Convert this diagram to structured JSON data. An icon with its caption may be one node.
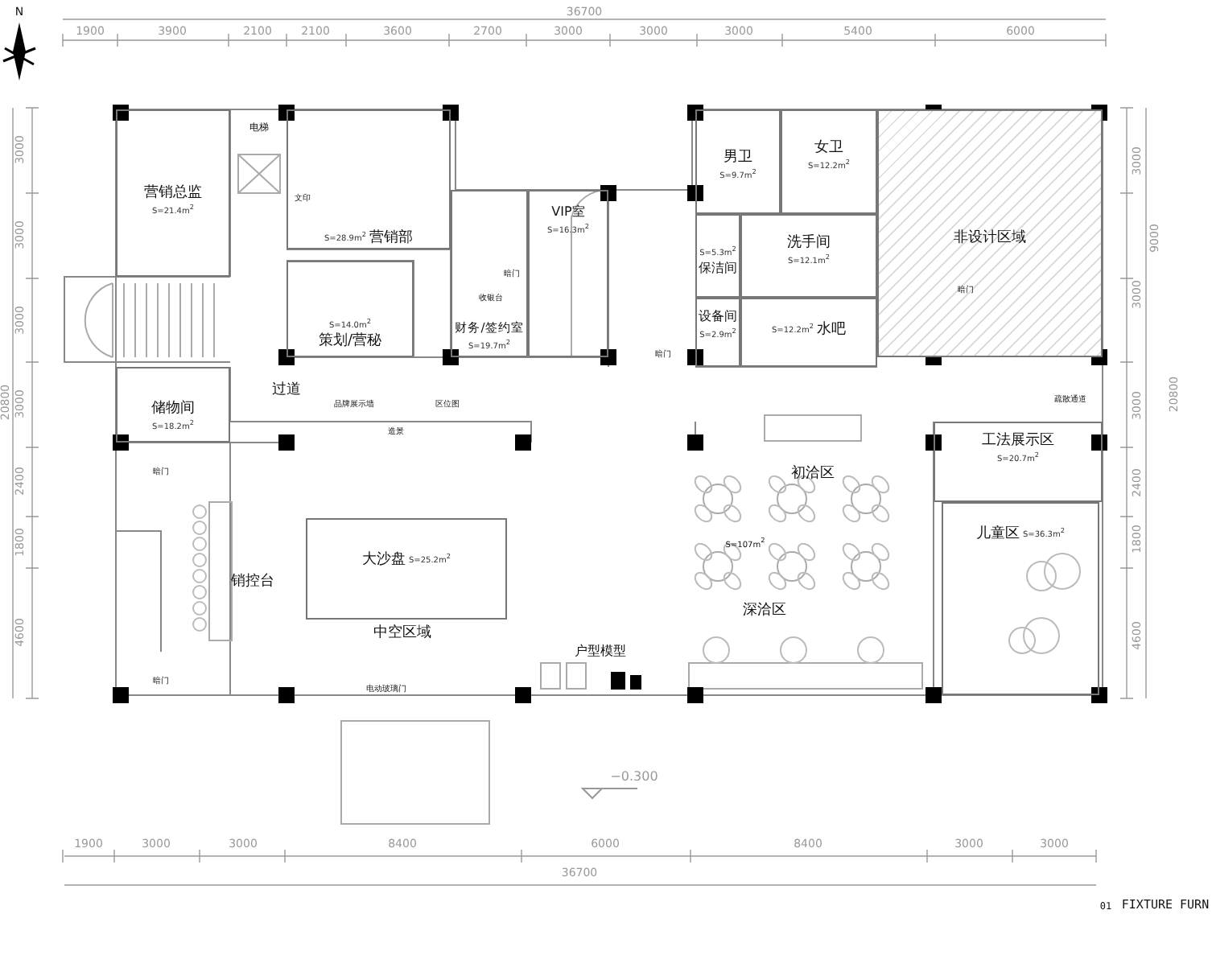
{
  "diagram": {
    "nodes": [
      {
        "text": [
          "营销总监",
          "S=21.4m$^{2}$"
        ]
      },
      {
        "text": [
          "S=28.9m$^{2}$",
          "营销部"
        ]
      },
      {
        "text": [
          "S=14.0m$^{2}$",
          "策划/营秘"
        ]
      },
      {
        "text": [
          "财务/签约室",
          "S=19.7m$^{2}$"
        ]
      },
      {
        "text": [
          "VIP室",
          "S=16.3m$^{2}$"
        ]
      },
      {
        "text": [
          "男卫",
          "S=9.7m$^{2}$"
        ]
      },
      {
        "text": [
          "女卫",
          "S=12.2m$^{2}$"
        ]
      },
      {
        "text": [
          "洗手间",
          "S=12.1m$^{2}$"
        ]
      },
      {
        "text": [
          "S=5.3m$^{2}$",
          "保洁间"
        ]
      },
      {
        "text": [
          "设备间",
          "S=2.9m$^{2}$"
        ]
      },
      {
        "text": [
          "S=12.2m$^{2}$",
          "水吧"
        ]
      },
      {
        "text": [
          "非设计区域"
        ]
      },
      {
        "text": [
          "储物间",
          "S=18.2m$^{2}$"
        ]
      },
      {
        "text": [
          "大沙盘",
          "S=25.2m$^{2}$"
        ]
      },
      {
        "text": [
          "工法展示区",
          "S=20.7m$^{2}$"
        ]
      },
      {
        "text": [
          "儿童区",
          "S=36.3m$^{2}$"
        ]
      }
    ],
    "labels": [
      "N",
      "36700",
      "1900",
      "3900",
      "2100",
      "2100",
      "3600",
      "2700",
      "3000",
      "3000",
      "3000",
      "5400",
      "6000",
      "3000",
      "3000",
      "3000",
      "3000",
      "2400",
      "1800",
      "4600",
      "20800",
      "3000",
      "9000",
      "3000",
      "3000",
      "20800",
      "2400",
      "1800",
      "4600",
      "电梯",
      "文印",
      "收银台",
      "暗门",
      "暗门",
      "暗门",
      "过道",
      "品牌展示墙",
      "区位图",
      "造景",
      "疏散通道",
      "暗门",
      "销控台",
      "中空区域",
      "初洽区",
      "S=107m$^{2}$",
      "深洽区",
      "户型模型",
      "暗门",
      "电动玻璃门",
      "−0.300",
      "1900",
      "3000",
      "3000",
      "8400",
      "6000",
      "8400",
      "3000",
      "3000",
      "36700",
      "01",
      "FIXTURE FURN"
    ]
  }
}
